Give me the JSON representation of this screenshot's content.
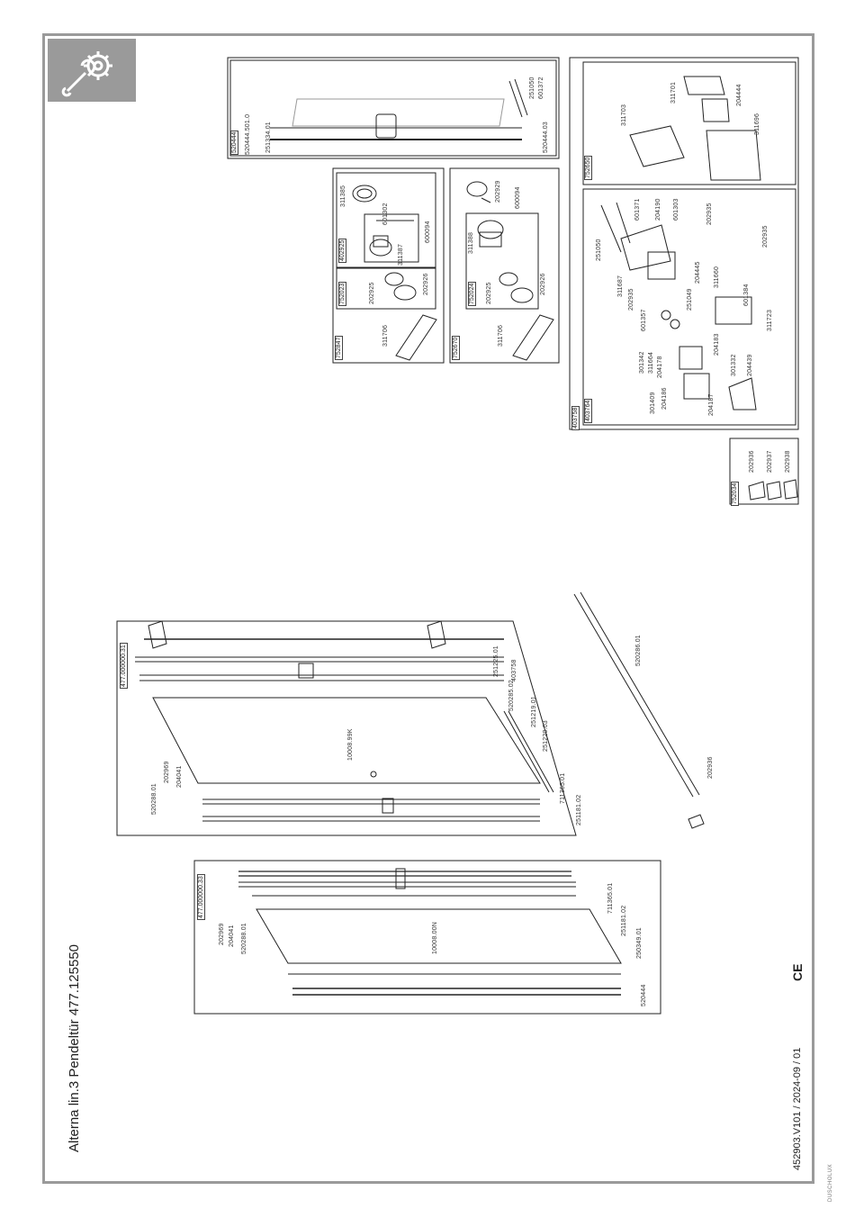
{
  "document": {
    "title": "Alterna lin.3 Pendeltür 477.125550",
    "doc_number": "452903.V101 / 2024-09 / 01",
    "ce_mark": "CE",
    "brand": "DUSCHOLUX",
    "icon": "tools-gear-wrench-icon"
  },
  "boxes": {
    "b520444": {
      "tag": "520444",
      "parts": [
        "520444.501.0",
        "251334.01",
        "251050",
        "601372",
        "520444.03"
      ]
    },
    "b752847": {
      "tag": "752847",
      "parts": [
        "311385",
        "601302",
        "402925",
        "311387",
        "600094",
        "752023",
        "202925",
        "202926",
        "311706"
      ]
    },
    "b752670": {
      "tag": "752670",
      "parts": [
        "202929",
        "600094",
        "311388",
        "752024",
        "202925",
        "202926",
        "311706"
      ]
    },
    "b752650": {
      "tag": "752650",
      "parts": [
        "311701",
        "204444",
        "311703",
        "311696"
      ]
    },
    "b403758": {
      "tag_outer": "403758",
      "tag_inner": "403764",
      "parts": [
        "251050",
        "601371",
        "204190",
        "601303",
        "202935",
        "311687",
        "204445",
        "202935",
        "202935",
        "601357",
        "251049",
        "311660",
        "601384",
        "311723",
        "204183",
        "301342",
        "311664",
        "204178",
        "301332",
        "204439",
        "301409",
        "204186",
        "204187"
      ]
    },
    "b752034": {
      "tag": "752034",
      "parts": [
        "202936",
        "202937",
        "202938"
      ]
    },
    "b477_31": {
      "tag": "477.000000.31",
      "parts": [
        "251225.01",
        "403758",
        "520285.02",
        "251219.01",
        "251220.03",
        "202969",
        "204041",
        "520288.01",
        "711365.01",
        "251181.02"
      ],
      "panel": "10008.99K"
    },
    "b477_33": {
      "tag": "477.000000.33",
      "parts": [
        "711365.01",
        "251181.02",
        "250349.01",
        "520444",
        "202969",
        "204041",
        "520288.01"
      ],
      "panel": "10008.00N"
    },
    "loose": {
      "parts": [
        "520286.01",
        "202936"
      ]
    }
  }
}
